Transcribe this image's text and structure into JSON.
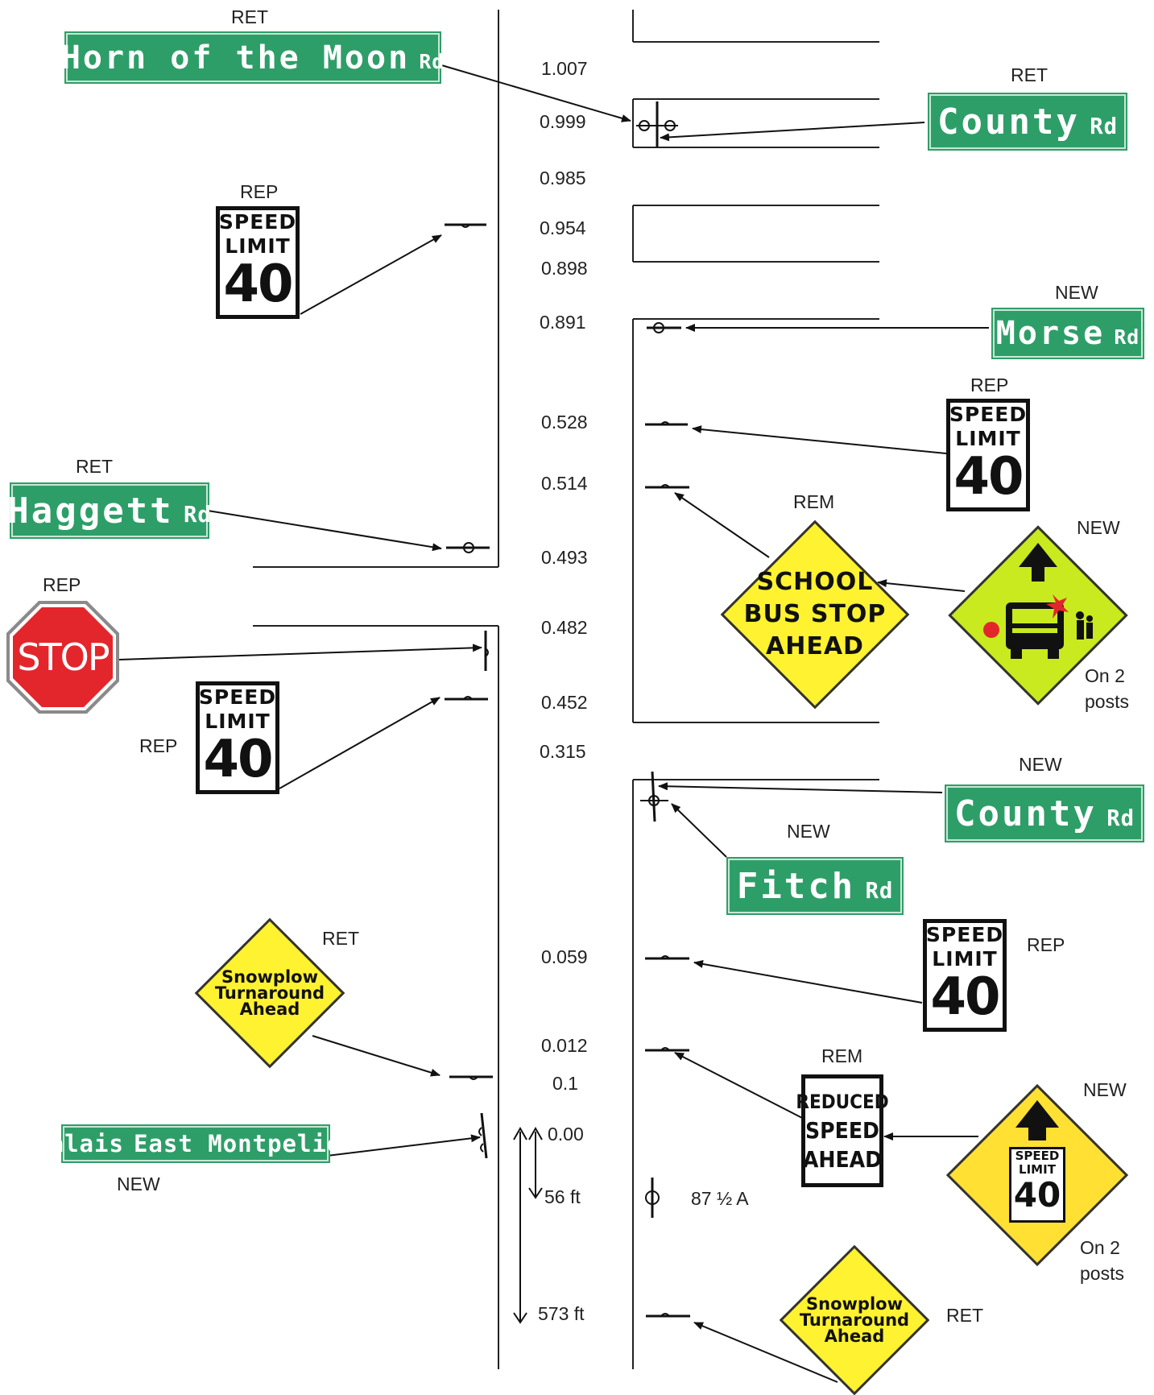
{
  "mileposts": [
    "1.007",
    "0.999",
    "0.985",
    "0.954",
    "0.898",
    "0.891",
    "0.528",
    "0.514",
    "0.493",
    "0.482",
    "0.452",
    "0.315",
    "0.059",
    "0.012",
    "0.1",
    "0.00",
    "56 ft",
    "573 ft"
  ],
  "pole_note": "87 ½ A",
  "labels": {
    "horn_status": "RET",
    "county_top_status": "RET",
    "speed1_status": "REP",
    "morse_status": "NEW",
    "speed_right1_status": "REP",
    "haggett_status": "RET",
    "school_bus_status": "REM",
    "bus_symbol_status": "NEW",
    "bus_symbol_note_1": "On 2",
    "bus_symbol_note_2": "posts",
    "stop_status": "REP",
    "speed2_status": "REP",
    "county_bottom_status": "NEW",
    "fitch_status": "NEW",
    "snowplow_left_status": "RET",
    "speed_right2_status": "REP",
    "reduced_status": "REM",
    "speed_ahead_status": "NEW",
    "speed_ahead_note_1": "On 2",
    "speed_ahead_note_2": "posts",
    "calais_status": "NEW",
    "snowplow_right_status": "RET"
  },
  "signs": {
    "horn_name": "Horn of the Moon",
    "horn_suffix": "Rd",
    "county_name": "County",
    "county_suffix": "Rd",
    "morse_name": "Morse",
    "morse_suffix": "Rd",
    "haggett_name": "Haggett",
    "haggett_suffix": "Rd",
    "fitch_name": "Fitch",
    "fitch_suffix": "Rd",
    "calais_left": "Calais",
    "calais_right": "East Montpelier",
    "stop": "STOP",
    "speed_line1": "SPEED",
    "speed_line2": "LIMIT",
    "speed_value": "40",
    "school_bus_1": "SCHOOL",
    "school_bus_2": "BUS STOP",
    "school_bus_3": "AHEAD",
    "snowplow_1": "Snowplow",
    "snowplow_2": "Turnaround",
    "snowplow_3": "Ahead",
    "reduced_1": "REDUCED",
    "reduced_2": "SPEED",
    "reduced_3": "AHEAD"
  },
  "colors": {
    "guide_green": "#2e9e68",
    "warning_yellow": "#fff230",
    "school_green": "#c8ea1e",
    "stop_red": "#e3262b"
  }
}
